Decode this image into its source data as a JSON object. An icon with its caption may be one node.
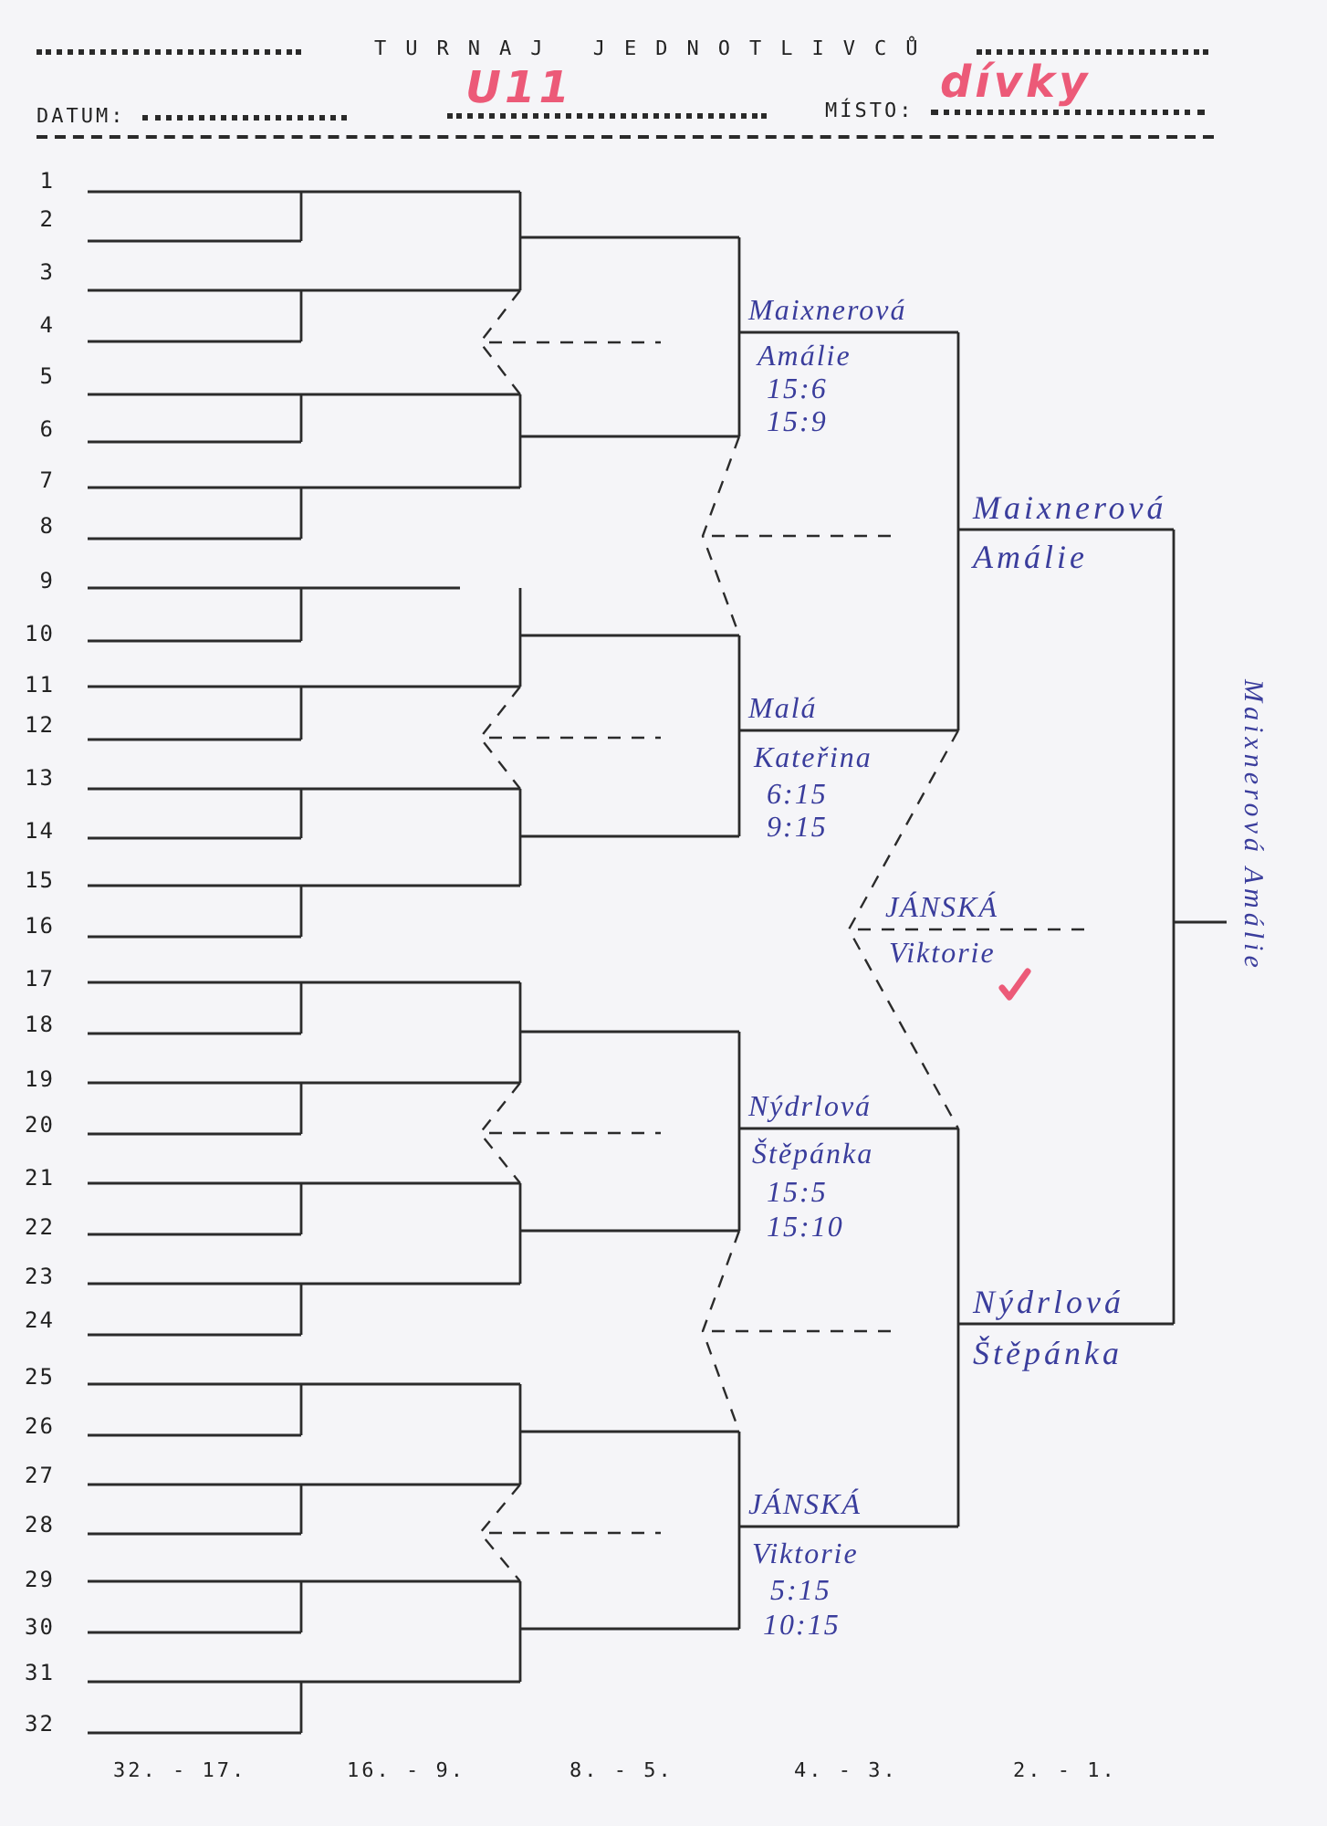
{
  "diagram": {
    "title": "TURNAJ JEDNOTLIVCŮ",
    "labels": [
      "DATUM:",
      "U11",
      "MÍSTO:",
      "dívky",
      "1",
      "2",
      "3",
      "4",
      "5",
      "6",
      "7",
      "8",
      "9",
      "10",
      "11",
      "12",
      "13",
      "14",
      "15",
      "16",
      "17",
      "18",
      "19",
      "20",
      "21",
      "22",
      "23",
      "24",
      "25",
      "26",
      "27",
      "28",
      "29",
      "30",
      "31",
      "32",
      "Maixnerová",
      "Amálie",
      "15:6",
      "15:9",
      "Maixnerová",
      "Amálie",
      "Malá",
      "Kateřina",
      "6:15",
      "9:15",
      "JÁNSKÁ",
      "Viktorie",
      "Maixnerová Amálie",
      "Nýdrlová",
      "Štěpánka",
      "15:5",
      "15:10",
      "Nýdrlová",
      "Štěpánka",
      "JÁNSKÁ",
      "Viktorie",
      "5:15",
      "10:15",
      "32. - 17.",
      "16. - 9.",
      "8. - 5.",
      "4. - 3.",
      "2. - 1."
    ]
  }
}
